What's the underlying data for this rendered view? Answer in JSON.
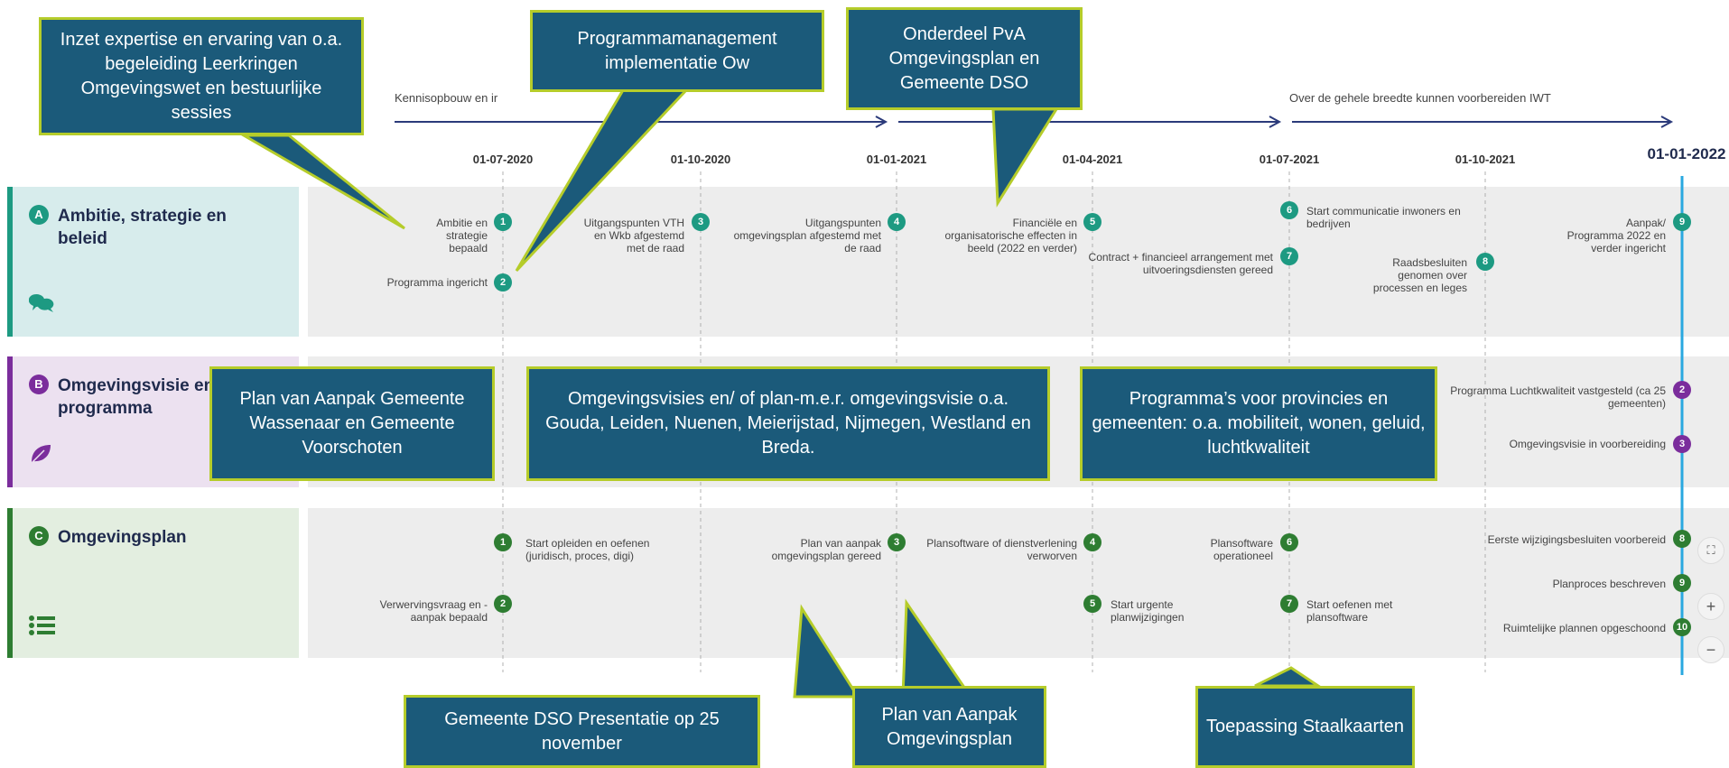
{
  "colors": {
    "callout_bg": "#1b5a7a",
    "callout_border": "#b5cc2a",
    "row_a": "#1d9a82",
    "row_b": "#7b2d9c",
    "row_c": "#2e7d32",
    "current_line": "#29a8e0"
  },
  "phases": [
    "Kennisopbouw en ir",
    "Over de gehele breedte kunnen voorbereiden IWT"
  ],
  "dates": [
    "01-07-2020",
    "01-10-2020",
    "01-01-2021",
    "01-04-2021",
    "01-07-2021",
    "01-10-2021",
    "01-01-2022"
  ],
  "rows": {
    "a": {
      "letter": "A",
      "title": "Ambitie, strategie en beleid",
      "icon": "chat-bubbles-icon",
      "items": [
        {
          "badge": "1",
          "text": "Ambitie en strategie bepaald"
        },
        {
          "badge": "2",
          "text": "Programma ingericht"
        },
        {
          "badge": "3",
          "text": "Uitgangspunten VTH en Wkb afgestemd met de raad"
        },
        {
          "badge": "4",
          "text": "Uitgangspunten omgevingsplan afgestemd met de raad"
        },
        {
          "badge": "5",
          "text": "Financiële en organisatorische effecten in beeld (2022 en verder)"
        },
        {
          "badge": "6",
          "text": "Start communicatie inwoners en bedrijven"
        },
        {
          "badge": "7",
          "text": "Contract + financieel arrangement met uitvoeringsdiensten gereed"
        },
        {
          "badge": "8",
          "text": "Raadsbesluiten genomen over processen en leges"
        },
        {
          "badge": "9",
          "text": "Aanpak/ Programma 2022 en verder ingericht"
        }
      ]
    },
    "b": {
      "letter": "B",
      "title": "Omgevingsvisie en programma",
      "icon": "leaf-icon",
      "items": [
        {
          "badge": "2",
          "text": "Programma Luchtkwaliteit vastgesteld (ca 25 gemeenten)"
        },
        {
          "badge": "3",
          "text": "Omgevingsvisie in voorbereiding"
        }
      ]
    },
    "c": {
      "letter": "C",
      "title": "Omgevingsplan",
      "icon": "list-icon",
      "items": [
        {
          "badge": "1",
          "text": "Start opleiden en oefenen (juridisch, proces, digi)"
        },
        {
          "badge": "2",
          "text": "Verwervingsvraag en -aanpak bepaald"
        },
        {
          "badge": "3",
          "text": "Plan van aanpak omgevingsplan gereed"
        },
        {
          "badge": "4",
          "text": "Plansoftware of dienstverlening verworven"
        },
        {
          "badge": "5",
          "text": "Start urgente planwijzigingen"
        },
        {
          "badge": "6",
          "text": "Plansoftware operationeel"
        },
        {
          "badge": "7",
          "text": "Start oefenen met plansoftware"
        },
        {
          "badge": "8",
          "text": "Eerste wijzigingsbesluiten voorbereid"
        },
        {
          "badge": "9",
          "text": "Planproces beschreven"
        },
        {
          "badge": "10",
          "text": "Ruimtelijke plannen opgeschoond"
        }
      ]
    }
  },
  "callouts": {
    "inzet": "Inzet expertise en ervaring van o.a. begeleiding  Leerkringen Omgevingswet en bestuurlijke sessies",
    "programmamanagement": "Programmamanagement implementatie Ow",
    "pva": "Onderdeel PvA Omgevingsplan en Gemeente DSO",
    "wassenaar": "Plan van Aanpak Gemeente Wassenaar en Gemeente Voorschoten",
    "visies": "Omgevingsvisies en/ of plan-m.e.r. omgevingsvisie o.a. Gouda, Leiden, Nuenen, Meierijstad, Nijmegen, Westland en Breda.",
    "programmas": "Programma’s voor provincies en gemeenten: o.a. mobiliteit, wonen, geluid, luchtkwaliteit",
    "dso": "Gemeente DSO Presentatie op 25 november",
    "pva_plan": "Plan van Aanpak Omgevingsplan",
    "staalkaarten": "Toepassing Staalkaarten"
  },
  "zoom": {
    "fit": "⛶",
    "in": "+",
    "out": "−"
  }
}
